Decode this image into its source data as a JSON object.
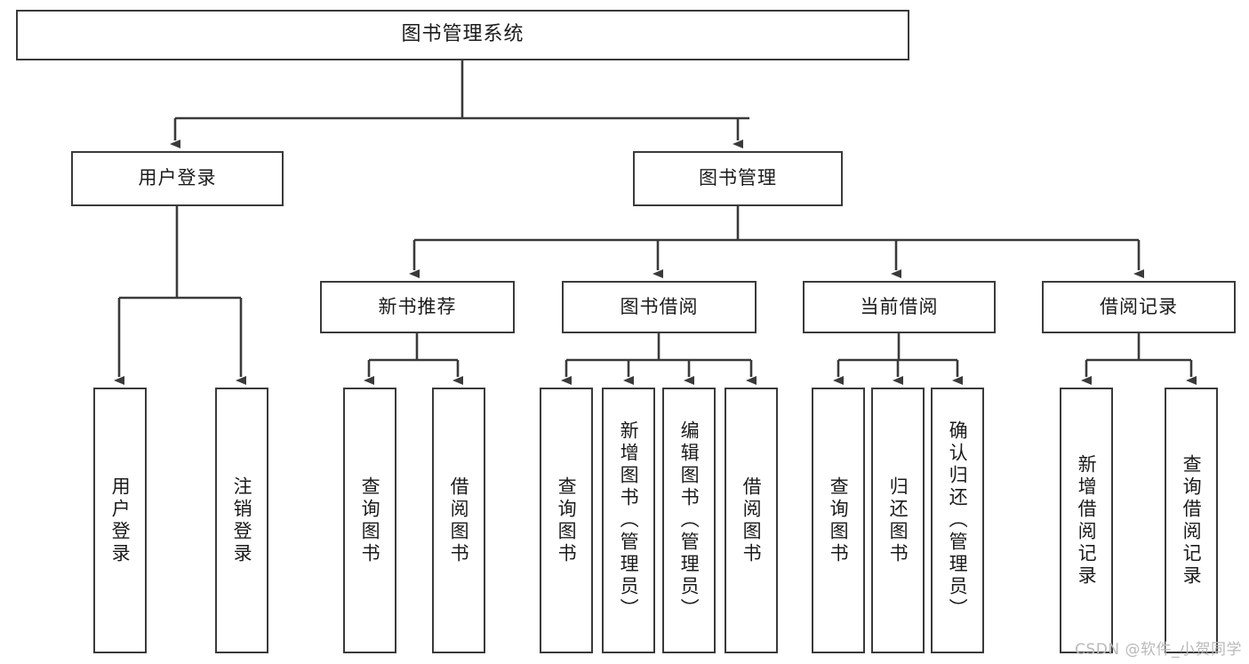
{
  "diagram": {
    "type": "tree-hierarchy",
    "title": "图书管理系统",
    "root": {
      "label": "图书管理系统"
    },
    "level1": [
      {
        "label": "用户登录"
      },
      {
        "label": "图书管理"
      }
    ],
    "level2": [
      {
        "label": "新书推荐"
      },
      {
        "label": "图书借阅"
      },
      {
        "label": "当前借阅"
      },
      {
        "label": "借阅记录"
      }
    ],
    "leaves": {
      "user_login": [
        "用户登录",
        "注销登录"
      ],
      "new_book_recommend": [
        "查询图书",
        "借阅图书"
      ],
      "book_borrow": [
        "查询图书",
        "新增图书（管理员）",
        "编辑图书（管理员）",
        "借阅图书"
      ],
      "current_borrow": [
        "查询图书",
        "归还图书",
        "确认归还（管理员）"
      ],
      "borrow_record": [
        "新增借阅记录",
        "查询借阅记录"
      ]
    },
    "watermark": "CSDN @软件_小贺同学",
    "colors": {
      "stroke": "#3a3a3a",
      "text": "#1b1b1b",
      "background": "#ffffff",
      "watermark": "#b9b9b9"
    }
  }
}
